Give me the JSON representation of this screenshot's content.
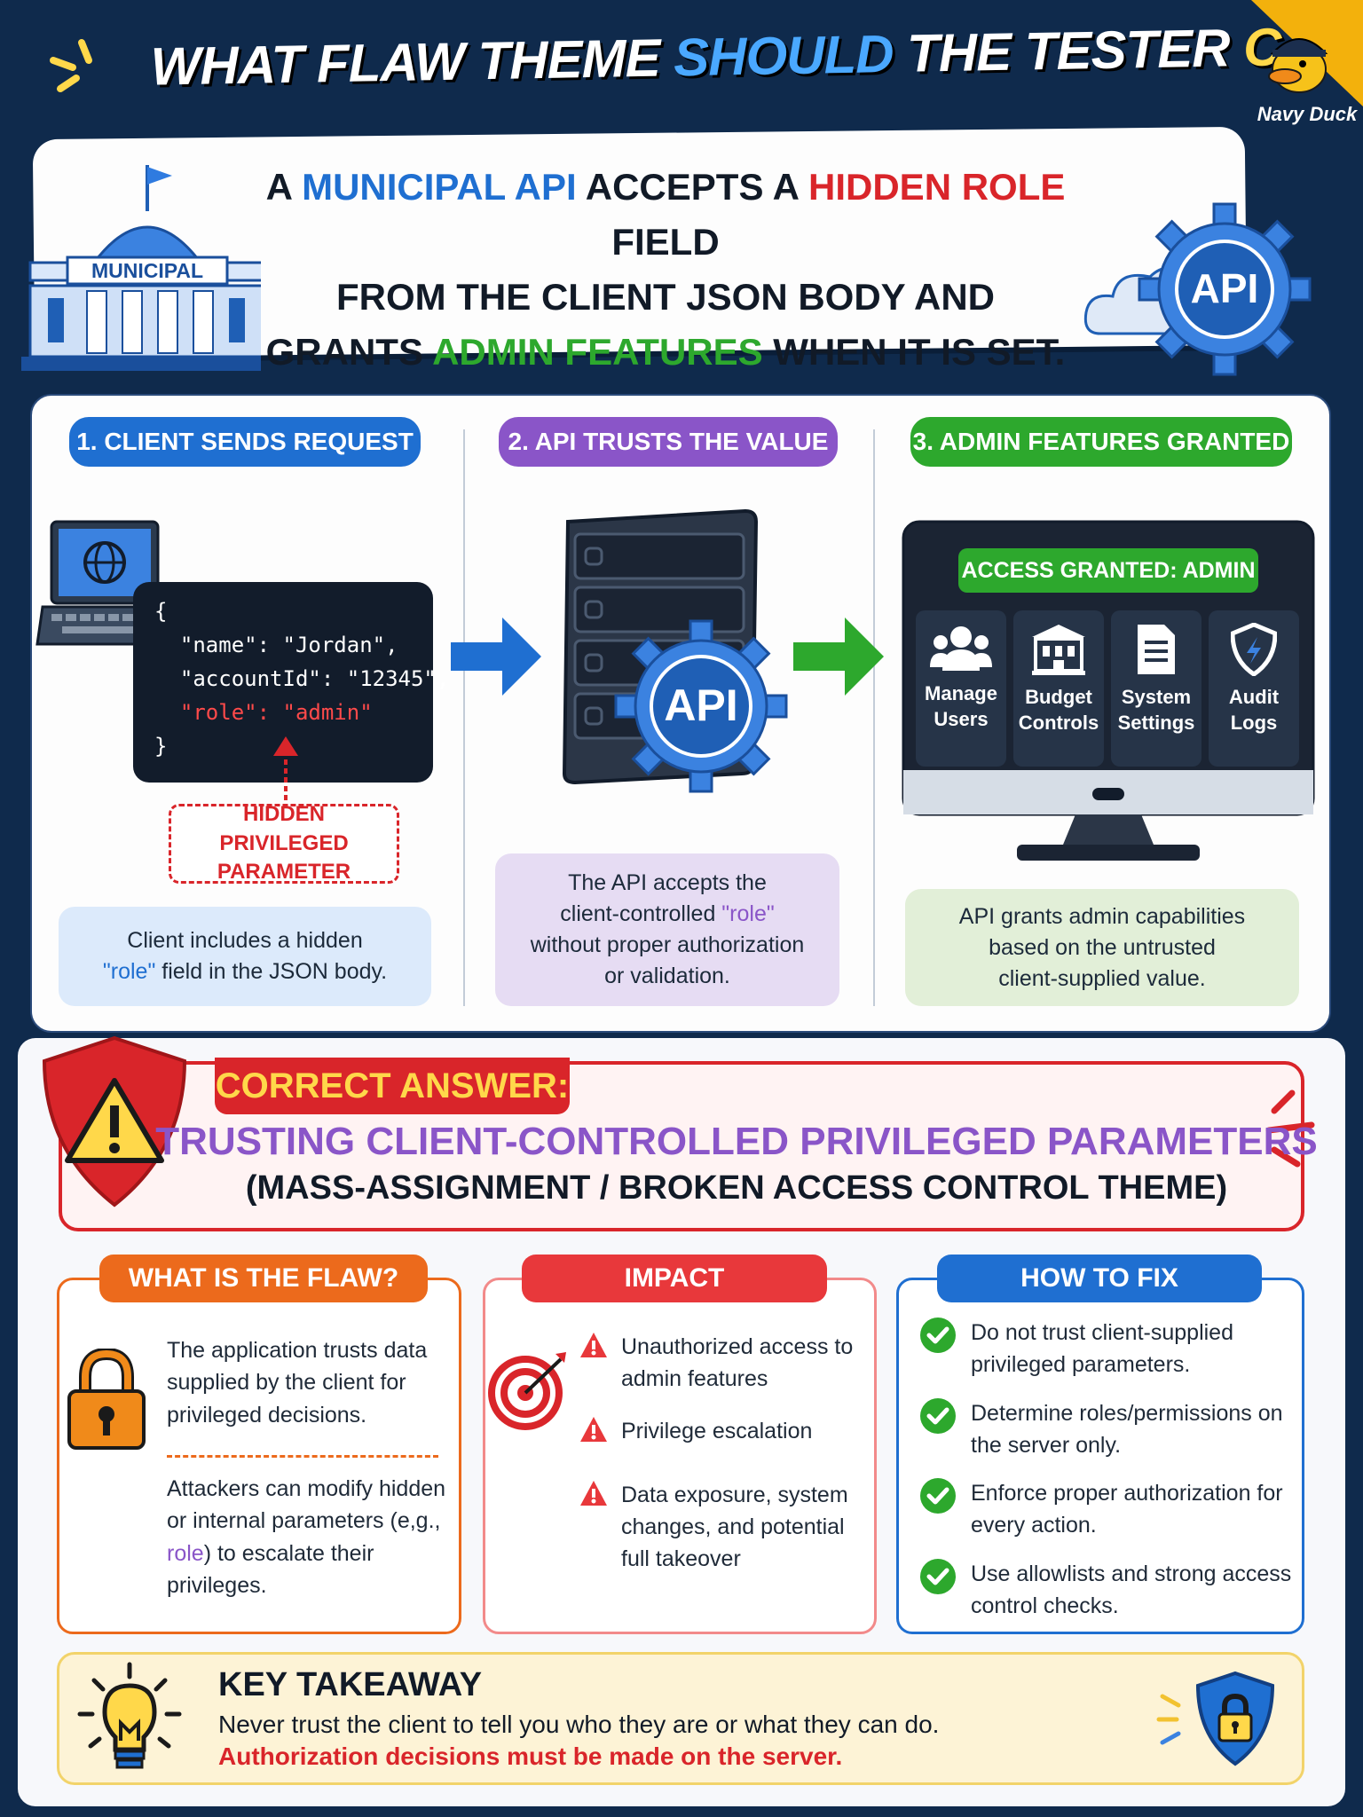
{
  "title": {
    "part1": "WHAT FLAW THEME ",
    "part2": "SHOULD",
    "part3": " THE TESTER ",
    "part4": "CALL OUT?"
  },
  "brand": {
    "name": "Navy Duck"
  },
  "scenario": {
    "building_label": "MUNICIPAL",
    "line1_a": "A ",
    "line1_b": "MUNICIPAL API",
    "line1_c": " ACCEPTS A ",
    "line1_d": "HIDDEN ROLE",
    "line1_e": " FIELD",
    "line2": "FROM THE CLIENT JSON BODY AND",
    "line3_a": "GRANTS ",
    "line3_b": "ADMIN FEATURES",
    "line3_c": " WHEN IT IS SET.",
    "gear_label": "API"
  },
  "steps": {
    "step1": {
      "title": "1. CLIENT SENDS REQUEST",
      "code": [
        "{",
        "  \"name\": \"Jordan\",",
        "  \"accountId\": \"12345\",",
        "  \"role\": \"admin\"",
        "}"
      ],
      "callout": "HIDDEN PRIVILEGED PARAMETER",
      "note_a": "Client includes a hidden",
      "note_b": "\"role\"",
      "note_c": " field in the JSON body."
    },
    "step2": {
      "title": "2. API TRUSTS THE VALUE",
      "gear_label": "API",
      "note_a": "The API accepts the",
      "note_b": "client-controlled ",
      "note_c": "\"role\"",
      "note_d": "without proper authorization",
      "note_e": "or validation."
    },
    "step3": {
      "title": "3. ADMIN FEATURES GRANTED",
      "banner": "ACCESS GRANTED: ADMIN",
      "tiles": [
        {
          "line1": "Manage",
          "line2": "Users",
          "icon": "users-icon"
        },
        {
          "line1": "Budget",
          "line2": "Controls",
          "icon": "building-icon"
        },
        {
          "line1": "System",
          "line2": "Settings",
          "icon": "document-icon"
        },
        {
          "line1": "Audit",
          "line2": "Logs",
          "icon": "shield-icon"
        }
      ],
      "note_a": "API grants admin capabilities",
      "note_b": "based on the untrusted",
      "note_c": "client-supplied value."
    }
  },
  "answer": {
    "label": "CORRECT ANSWER:",
    "line1": "TRUSTING CLIENT-CONTROLLED PRIVILEGED PARAMETERS",
    "line2": "(MASS-ASSIGNMENT / BROKEN ACCESS CONTROL THEME)"
  },
  "flaw": {
    "title": "WHAT IS THE FLAW?",
    "p1": "The application trusts data supplied by the client for privileged decisions.",
    "p2_a": "Attackers can modify hidden or internal parameters (e,g., ",
    "p2_b": "role",
    "p2_c": ") to escalate their privileges."
  },
  "impact": {
    "title": "IMPACT",
    "items": [
      "Unauthorized access to admin features",
      "Privilege escalation",
      "Data exposure, system changes, and potential full takeover"
    ]
  },
  "fix": {
    "title": "HOW TO FIX",
    "items": [
      "Do not trust client-supplied privileged parameters.",
      "Determine roles/permissions on the server only.",
      "Enforce proper authorization for every action.",
      "Use allowlists and strong access control checks."
    ]
  },
  "takeaway": {
    "title": "KEY TAKEAWAY",
    "line1": "Never trust the client to tell you who they are or what they can do.",
    "line2": "Authorization decisions must be made on the server."
  },
  "colors": {
    "navy": "#0f2a4c",
    "blue": "#1f6fd1",
    "purple": "#8a55c8",
    "green": "#2da82d",
    "red": "#d9252a",
    "orange": "#ec6a1c",
    "yellow": "#ffd84a"
  }
}
